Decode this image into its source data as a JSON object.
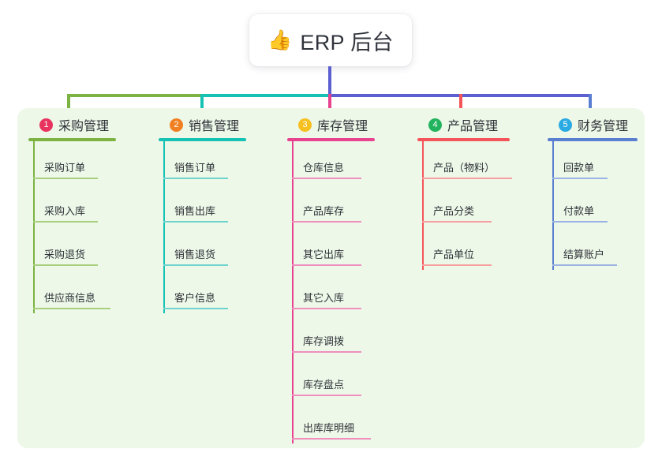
{
  "root": {
    "icon": "thumbs-up-icon",
    "emoji": "👍",
    "title": "ERP 后台"
  },
  "theme": {
    "panel_bg": "#eef8e9",
    "page_bg": "#ffffff",
    "root_line": "#5b5fd0"
  },
  "connector": {
    "segments": [
      {
        "name": "green-segment",
        "color": "#7cb342"
      },
      {
        "name": "teal-segment",
        "color": "#16c2b4"
      },
      {
        "name": "blue-segment",
        "color": "#5b5fd0"
      }
    ]
  },
  "columns": [
    {
      "index": 1,
      "badge": "1",
      "badge_color": "#e8335e",
      "line_color": "#7cb342",
      "sub_line_color": "#a8cf7f",
      "title": "采购管理",
      "head_rule_width": 111,
      "trunk_height": 218,
      "items": [
        {
          "label": "采购订单",
          "rule_width": 82
        },
        {
          "label": "采购入库",
          "rule_width": 82
        },
        {
          "label": "采购退货",
          "rule_width": 82
        },
        {
          "label": "供应商信息",
          "rule_width": 98
        }
      ]
    },
    {
      "index": 2,
      "badge": "2",
      "badge_color": "#f08022",
      "line_color": "#16c2b4",
      "sub_line_color": "#6fd4ce",
      "title": "销售管理",
      "head_rule_width": 111,
      "trunk_height": 218,
      "items": [
        {
          "label": "销售订单",
          "rule_width": 82
        },
        {
          "label": "销售出库",
          "rule_width": 82
        },
        {
          "label": "销售退货",
          "rule_width": 82
        },
        {
          "label": "客户信息",
          "rule_width": 82
        }
      ]
    },
    {
      "index": 3,
      "badge": "3",
      "badge_color": "#f5c020",
      "line_color": "#e8438f",
      "sub_line_color": "#ef8fbe",
      "title": "库存管理",
      "head_rule_width": 111,
      "trunk_height": 383,
      "items": [
        {
          "label": "仓库信息",
          "rule_width": 88
        },
        {
          "label": "产品库存",
          "rule_width": 88
        },
        {
          "label": "其它出库",
          "rule_width": 88
        },
        {
          "label": "其它入库",
          "rule_width": 88
        },
        {
          "label": "库存调拨",
          "rule_width": 88
        },
        {
          "label": "库存盘点",
          "rule_width": 88
        },
        {
          "label": "出库库明细",
          "rule_width": 100
        }
      ]
    },
    {
      "index": 4,
      "badge": "4",
      "badge_color": "#22b35e",
      "line_color": "#f4555a",
      "sub_line_color": "#f89fa0",
      "title": "产品管理",
      "head_rule_width": 117,
      "trunk_height": 163,
      "items": [
        {
          "label": "产品（物料）",
          "rule_width": 114
        },
        {
          "label": "产品分类",
          "rule_width": 88
        },
        {
          "label": "产品单位",
          "rule_width": 88
        }
      ]
    },
    {
      "index": 5,
      "badge": "5",
      "badge_color": "#2aaae2",
      "line_color": "#5b7fd0",
      "sub_line_color": "#9bb3e2",
      "title": "财务管理",
      "head_rule_width": 114,
      "trunk_height": 163,
      "items": [
        {
          "label": "回款单",
          "rule_width": 70
        },
        {
          "label": "付款单",
          "rule_width": 70
        },
        {
          "label": "结算账户",
          "rule_width": 82
        }
      ]
    }
  ]
}
